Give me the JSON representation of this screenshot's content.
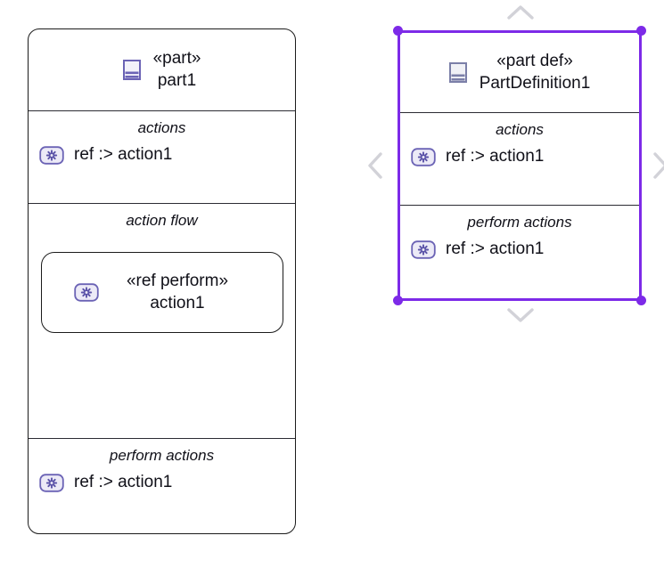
{
  "colors": {
    "selection": "#7d2ae8",
    "part_icon_border": "#6b63b5",
    "part_icon_fill": "#f2f1fa",
    "partdef_icon_border": "#7b7fa8",
    "partdef_icon_fill": "#f0f1f6",
    "action_icon_border": "#6b63b5",
    "action_icon_fill": "#eceaf7",
    "outline": "#1b1b1b",
    "divider": "#2b2b33",
    "chevron": "#d2d2d8",
    "text": "#101018",
    "canvas": "#ffffff"
  },
  "diagram": {
    "part_usage": {
      "header": {
        "icon": "part-icon",
        "stereotype": "«part»",
        "name": "part1"
      },
      "compartments": [
        {
          "title": "actions",
          "rows": [
            {
              "icon": "action-icon",
              "label": "ref :> action1"
            }
          ]
        },
        {
          "title": "action flow",
          "inner_node": {
            "icon": "action-icon",
            "stereotype": "«ref perform»",
            "name": "action1"
          }
        },
        {
          "title": "perform actions",
          "rows": [
            {
              "icon": "action-icon",
              "label": "ref :> action1"
            }
          ]
        }
      ]
    },
    "part_definition": {
      "selected": true,
      "header": {
        "icon": "part-def-icon",
        "stereotype": "«part def»",
        "name": "PartDefinition1"
      },
      "compartments": [
        {
          "title": "actions",
          "rows": [
            {
              "icon": "action-icon",
              "label": "ref :> action1"
            }
          ]
        },
        {
          "title": "perform actions",
          "rows": [
            {
              "icon": "action-icon",
              "label": "ref :> action1"
            }
          ]
        }
      ],
      "handles": [
        "top-left",
        "top-right",
        "bottom-left",
        "bottom-right"
      ],
      "resize_hints": [
        "chevron-up-icon",
        "chevron-down-icon",
        "chevron-left-icon",
        "chevron-right-icon"
      ]
    }
  }
}
